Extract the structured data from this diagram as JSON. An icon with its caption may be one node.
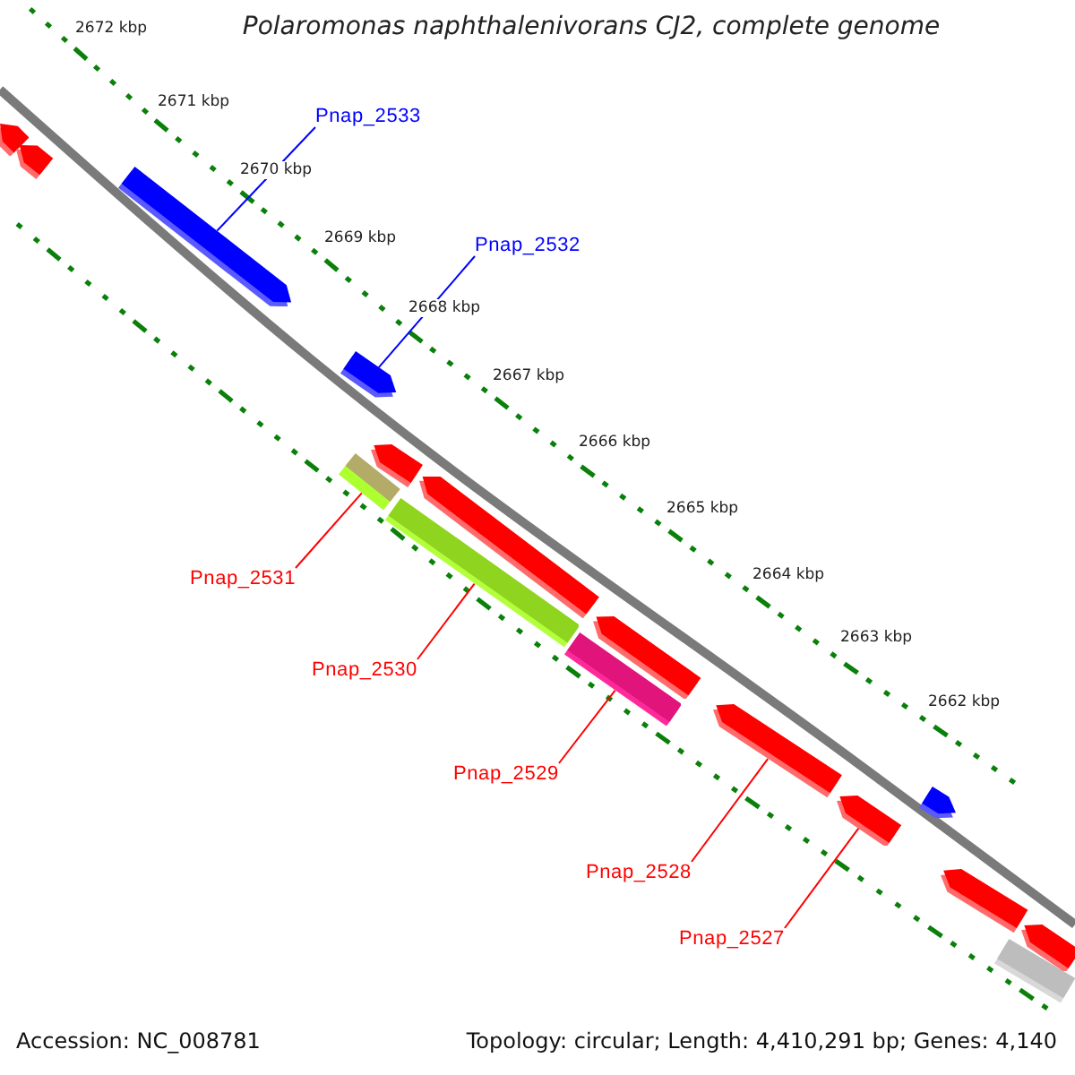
{
  "diagram": {
    "title": "Polaromonas naphthalenivorans CJ2, complete genome",
    "nodes": [
      {
        "text": [
          "Pnap_2533"
        ]
      },
      {
        "text": [
          "Pnap_2532"
        ]
      },
      {
        "text": [
          "Pnap_2531"
        ]
      },
      {
        "text": [
          "Pnap_2530"
        ]
      },
      {
        "text": [
          "Pnap_2529"
        ]
      },
      {
        "text": [
          "Pnap_2528"
        ]
      },
      {
        "text": [
          "Pnap_2527"
        ]
      },
      {
        "text": [],
        "shape": "arrow"
      },
      {
        "text": [],
        "shape": "arrow"
      },
      {
        "text": [],
        "shape": "arrow"
      },
      {
        "text": [],
        "shape": "arrow"
      },
      {
        "text": [],
        "shape": "bar"
      },
      {
        "text": [],
        "shape": "arrow"
      },
      {
        "text": [],
        "shape": "bar"
      },
      {
        "text": [],
        "shape": "arrow"
      },
      {
        "text": [],
        "shape": "bar"
      },
      {
        "text": [],
        "shape": "arrow"
      },
      {
        "text": [],
        "shape": "arrow"
      },
      {
        "text": [],
        "shape": "arrow"
      },
      {
        "text": [],
        "shape": "arrow"
      },
      {
        "text": [],
        "shape": "arrow"
      },
      {
        "text": [],
        "shape": "bar"
      },
      {
        "text": [],
        "shape": "arrow"
      }
    ],
    "edges": [
      {
        "from": 0,
        "to": 9,
        "arrow": "none",
        "color": "#0000ff"
      },
      {
        "from": 1,
        "to": 10,
        "arrow": "none",
        "color": "#0000ff"
      },
      {
        "from": 2,
        "to": 11,
        "arrow": "none"
      },
      {
        "from": 3,
        "to": 13,
        "arrow": "none"
      },
      {
        "from": 4,
        "to": 15,
        "arrow": "none"
      },
      {
        "from": 5,
        "to": 17,
        "arrow": "none"
      },
      {
        "from": 6,
        "to": 18,
        "arrow": "none"
      }
    ],
    "labels": [
      "2672 kbp",
      "2671 kbp",
      "2670 kbp",
      "2669 kbp",
      "2668 kbp",
      "2667 kbp",
      "2666 kbp",
      "2665 kbp",
      "2664 kbp",
      "2663 kbp",
      "2662 kbp",
      "Accession: NC_008781",
      "Topology: circular; Length: 4,410,291 bp; Genes: 4,140"
    ]
  }
}
